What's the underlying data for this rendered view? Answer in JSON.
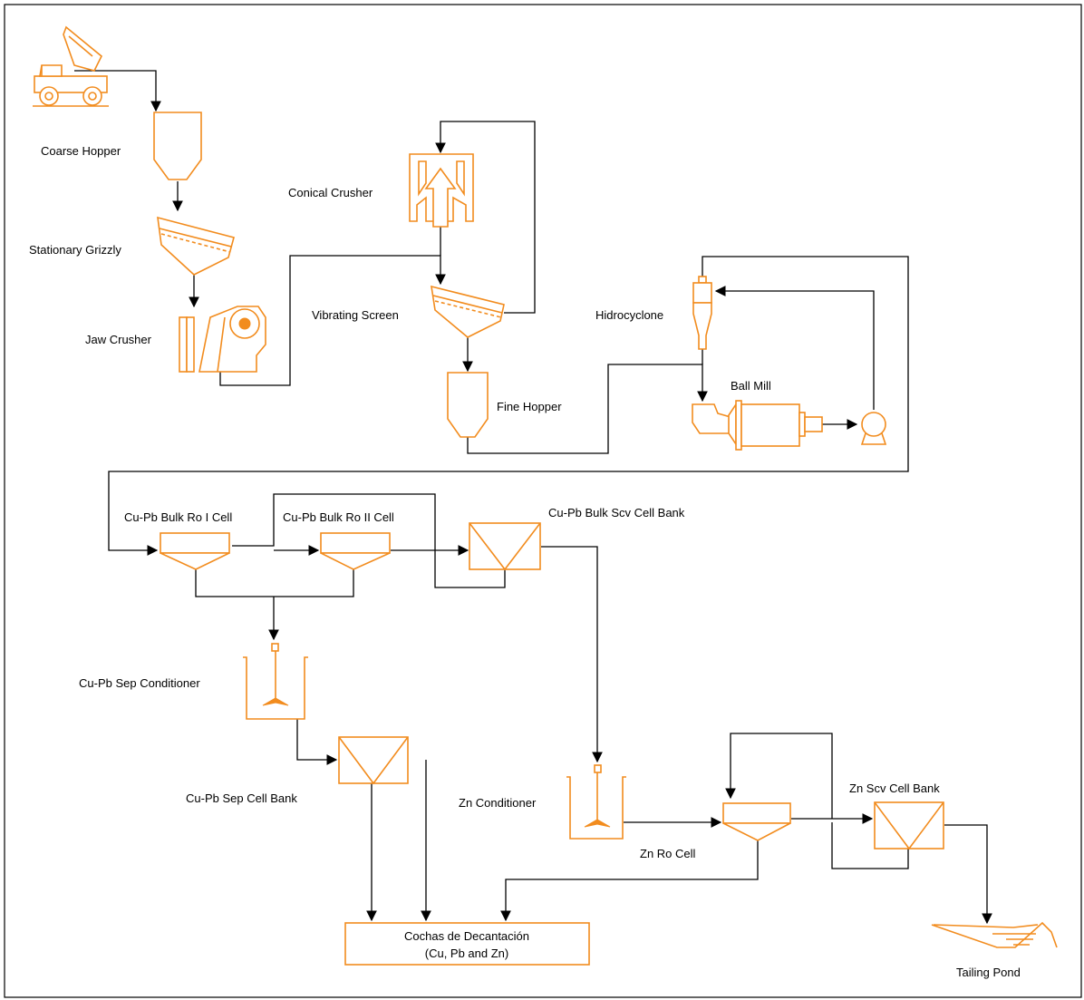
{
  "labels": {
    "coarse_hopper": "Coarse Hopper",
    "stationary_grizzly": "Stationary Grizzly",
    "jaw_crusher": "Jaw Crusher",
    "conical_crusher": "Conical Crusher",
    "vibrating_screen": "Vibrating Screen",
    "fine_hopper": "Fine Hopper",
    "hidrocyclone": "Hidrocyclone",
    "ball_mill": "Ball Mill",
    "bulk_ro1": "Cu-Pb Bulk Ro I Cell",
    "bulk_ro2": "Cu-Pb Bulk Ro II Cell",
    "bulk_scv": "Cu-Pb Bulk Scv Cell Bank",
    "sep_conditioner": "Cu-Pb Sep Conditioner",
    "sep_cell_bank": "Cu-Pb Sep Cell Bank",
    "zn_conditioner": "Zn Conditioner",
    "zn_ro_cell": "Zn Ro Cell",
    "zn_scv": "Zn Scv Cell Bank",
    "tailing_pond": "Tailing Pond",
    "cochas_line1": "Cochas de Decantación",
    "cochas_line2": "(Cu, Pb and Zn)"
  },
  "colors": {
    "equipment": "#F28C1E",
    "flow_lines": "#000000"
  }
}
